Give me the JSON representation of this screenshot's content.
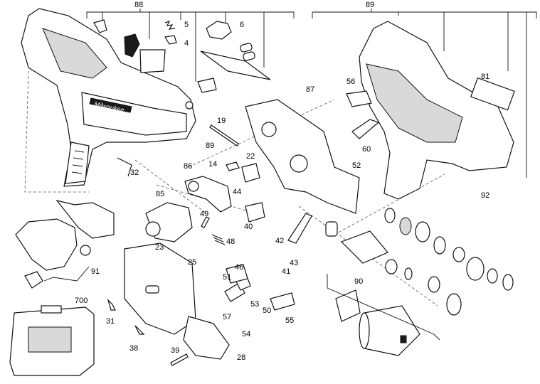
{
  "diagram": {
    "callouts": {
      "c88": "88",
      "c89a": "89",
      "c5": "5",
      "c4": "4",
      "c6": "6",
      "c87": "87",
      "c56": "56",
      "c81": "81",
      "c19": "19",
      "c89b": "89",
      "c14": "14",
      "c22": "22",
      "c60": "60",
      "c52": "52",
      "c32": "32",
      "c86": "86",
      "c44": "44",
      "c85": "85",
      "c49": "49",
      "c40": "40",
      "c92": "92",
      "c91": "91",
      "c23": "23",
      "c48": "48",
      "c42": "42",
      "c25": "25",
      "c46": "46",
      "c41": "41",
      "c43": "43",
      "c51": "51",
      "c90": "90",
      "c700": "700",
      "c53": "53",
      "c50": "50",
      "c57": "57",
      "c55": "55",
      "c31": "31",
      "c54": "54",
      "c38": "38",
      "c39": "39",
      "c28": "28"
    },
    "logo_text": "Milwaukee",
    "stroke_color": "#111111",
    "background_color": "#ffffff"
  }
}
